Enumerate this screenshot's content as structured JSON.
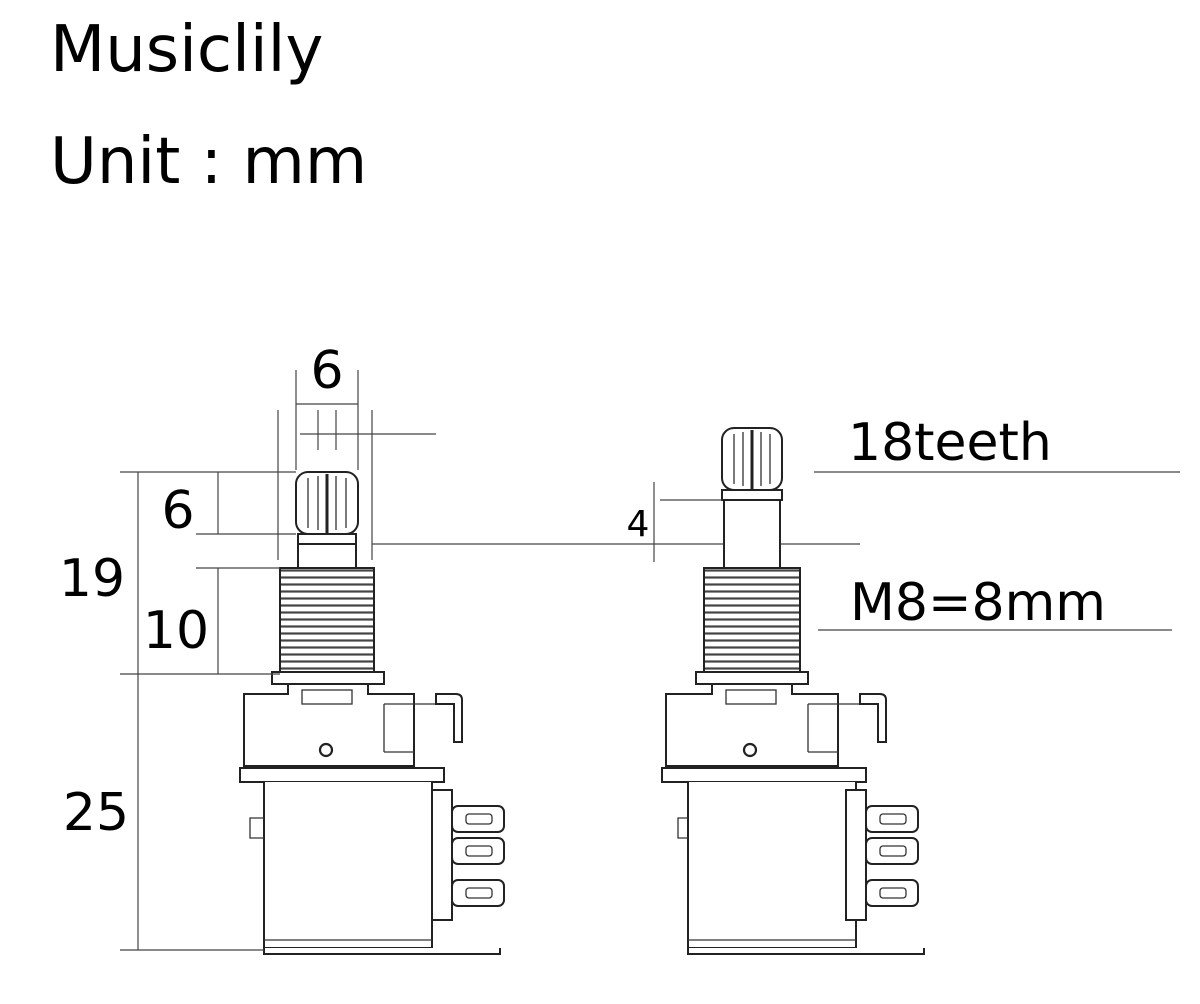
{
  "header": {
    "brand": "Musiclily",
    "unit_label": "Unit : mm"
  },
  "front_view": {
    "shaft_diameter_label": "6",
    "knurl_height_label": "6",
    "overall_shaft_label": "19",
    "thread_length_label": "10",
    "body_height_label": "25"
  },
  "side_view": {
    "teeth_label": "18teeth",
    "collar_label": "4",
    "thread_spec_label": "M8=8mm"
  }
}
